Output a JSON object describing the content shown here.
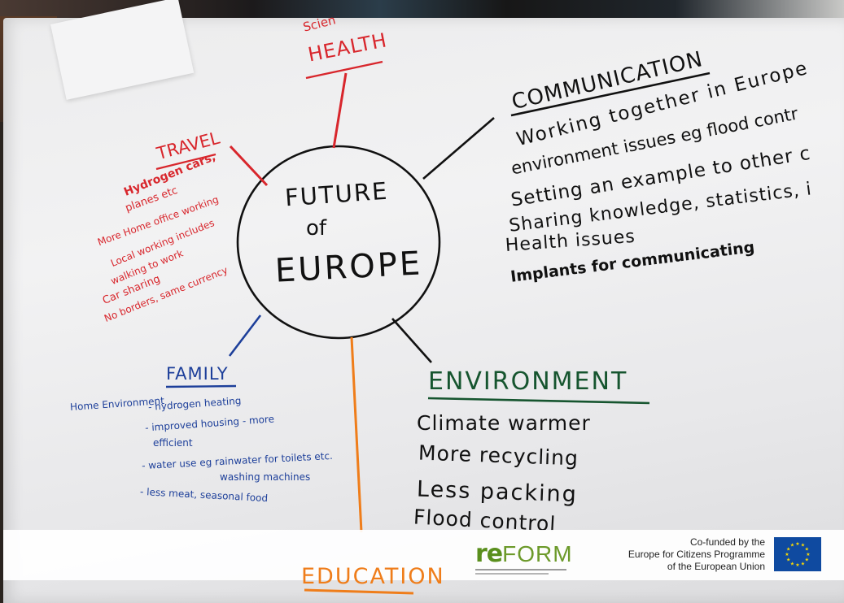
{
  "mindmap": {
    "center": {
      "line1": "FUTURE",
      "line2": "of",
      "line3": "EUROPE"
    },
    "top_partial": "Scien",
    "health": {
      "title": "HEALTH"
    },
    "travel": {
      "title": "TRAVEL",
      "items": [
        "Hydrogen cars,",
        "planes etc",
        "More Home office working",
        "Local working includes",
        "walking to work",
        "Car sharing",
        "No borders, same currency"
      ]
    },
    "communication": {
      "title": "COMMUNICATION",
      "items": [
        "Working together in Europe",
        "environment issues eg flood contr",
        "Setting an example to other c",
        "Sharing knowledge, statistics, i",
        "Health issues",
        "Implants for communicating"
      ]
    },
    "family": {
      "title": "FAMILY",
      "label": "Home Environment",
      "items": [
        "- hydrogen heating",
        "- improved housing - more",
        "efficient",
        "- water use eg rainwater for toilets etc.",
        "washing machines",
        "- less meat, seasonal food"
      ]
    },
    "environment": {
      "title": "ENVIRONMENT",
      "items": [
        "Climate warmer",
        "More recycling",
        "Less packing",
        "Flood control"
      ]
    },
    "education": {
      "title": "EDUCATION"
    }
  },
  "footer": {
    "logo_re": "re",
    "logo_form": "FORM",
    "cofund_lines": [
      "Co-funded by the",
      "Europe for Citizens Programme",
      "of the European Union"
    ]
  },
  "colors": {
    "red": "#d8262c",
    "blue": "#1d3f9a",
    "green": "#16552f",
    "orange": "#ef7d1a",
    "eu_blue": "#0f4aa0",
    "eu_star": "#ffdd00",
    "reform_green": "#5a8f1d"
  }
}
